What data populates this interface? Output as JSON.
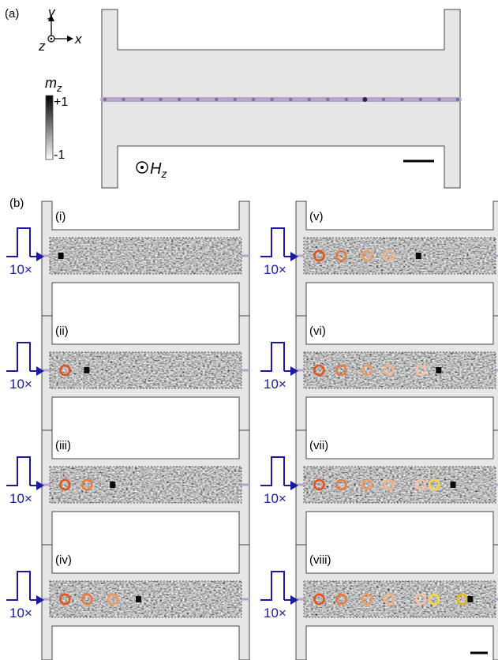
{
  "panel_a": {
    "label": "(a)",
    "axes": {
      "y": "y",
      "x": "x",
      "z": "z"
    },
    "colorbar": {
      "title": "m",
      "title_sub": "z",
      "max": "+1",
      "min": "-1"
    },
    "field": {
      "label": "H",
      "label_sub": "z"
    },
    "wire_colors": {
      "track": "#b3a6c9",
      "dot": "#7e6ea6",
      "active_dot": "#2d2251"
    }
  },
  "panel_b": {
    "label": "(b)",
    "pulse_label": "10×",
    "colors": {
      "pulse": "#1a1aa0",
      "dashed_frame": "#7a5a6a",
      "ring_shades": [
        "#e8521a",
        "#ec7a3a",
        "#f09a60",
        "#f3b48a",
        "#f6c2a6",
        "#f5d94a",
        "#e6b81a"
      ]
    },
    "subpanels": [
      {
        "label": "(i)",
        "rings": [],
        "skyrmion": 0.06
      },
      {
        "label": "(ii)",
        "rings": [
          0.08
        ],
        "skyrmion": 0.195
      },
      {
        "label": "(iii)",
        "rings": [
          0.08,
          0.195
        ],
        "skyrmion": 0.33
      },
      {
        "label": "(iv)",
        "rings": [
          0.08,
          0.195,
          0.33
        ],
        "skyrmion": 0.465
      },
      {
        "label": "(v)",
        "rings": [
          0.08,
          0.195,
          0.33,
          0.445
        ],
        "skyrmion": 0.6
      },
      {
        "label": "(vi)",
        "rings": [
          0.08,
          0.195,
          0.33,
          0.445,
          0.61
        ],
        "skyrmion": 0.705
      },
      {
        "label": "(vii)",
        "rings": [
          0.08,
          0.195,
          0.33,
          0.445,
          0.61,
          0.68
        ],
        "skyrmion": 0.78
      },
      {
        "label": "(viii)",
        "rings": [
          0.08,
          0.195,
          0.33,
          0.445,
          0.61,
          0.68,
          0.825
        ],
        "skyrmion": 0.87
      }
    ]
  }
}
